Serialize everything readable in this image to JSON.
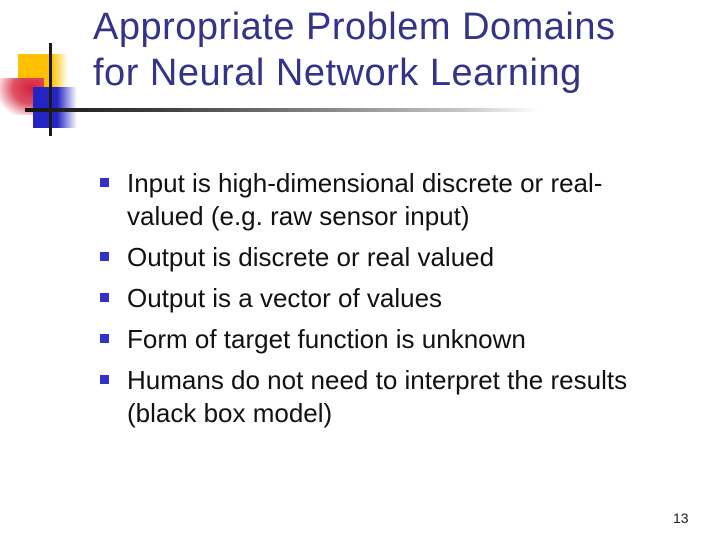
{
  "slide": {
    "title": {
      "lines": [
        "Appropriate Problem Domains",
        "for Neural Network Learning"
      ],
      "color": "#333388"
    },
    "bullets": [
      {
        "lines": [
          "Input is high-dimensional discrete or real-",
          "valued (e.g. raw sensor input)"
        ]
      },
      {
        "lines": [
          "Output is discrete or real valued"
        ]
      },
      {
        "lines": [
          "Output is a vector of values"
        ]
      },
      {
        "lines": [
          "Form of target function is unknown"
        ]
      },
      {
        "lines": [
          "Humans do not need to interpret the results",
          "(black box model)"
        ]
      }
    ],
    "page_number": "13",
    "colors": {
      "title_text": "#333388",
      "body_text": "#111111",
      "bullet_marker": "#3232CB",
      "accent_yellow": "#FFC003",
      "accent_red": "#D4213A",
      "accent_blue": "#2424C4",
      "rule_line": "#1A1A1A"
    }
  }
}
